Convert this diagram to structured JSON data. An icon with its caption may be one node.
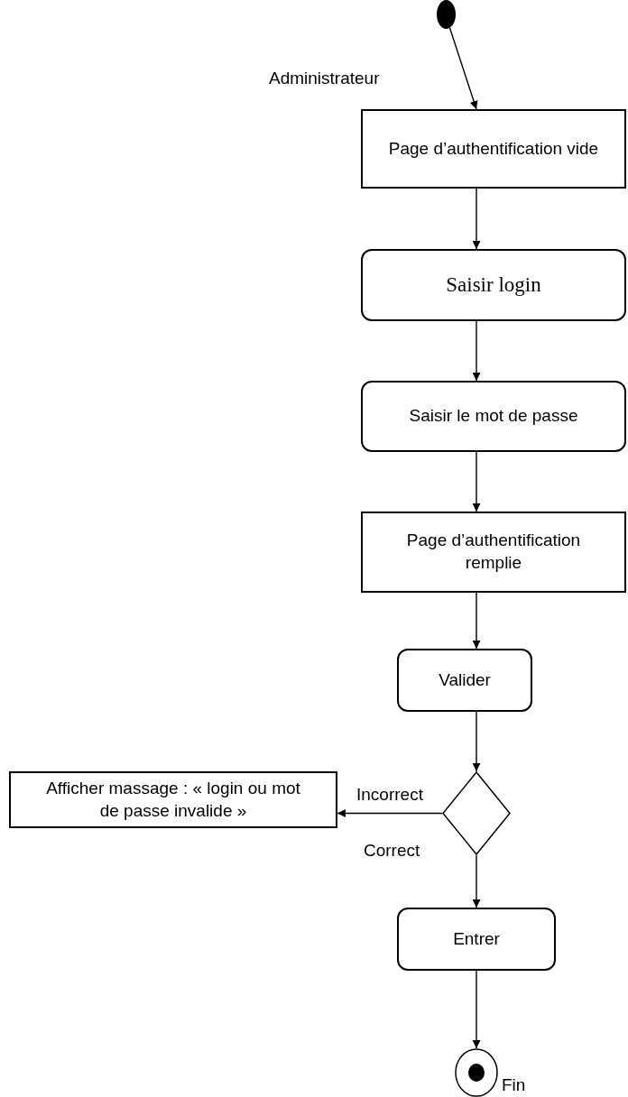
{
  "diagram": {
    "nodes": [
      {
        "text": [],
        "shape": "circle"
      },
      {
        "text": [
          "Page d’authentification vide"
        ]
      },
      {
        "text": [
          "Saisir login"
        ]
      },
      {
        "text": [
          "Saisir le mot de passe"
        ]
      },
      {
        "text": [
          "Page d’authentification remplie"
        ]
      },
      {
        "text": [
          "Valider"
        ]
      },
      {
        "text": [],
        "shape": "diamond"
      },
      {
        "text": [
          "Afficher massage : « login ou mot de passe invalide »"
        ]
      },
      {
        "text": [
          "Entrer"
        ]
      },
      {
        "text": [],
        "shape": "circle",
        "beside": [
          "Fin"
        ]
      }
    ],
    "edges": [
      {
        "from": 0,
        "to": 1,
        "arrow": "to"
      },
      {
        "from": 1,
        "to": 2,
        "arrow": "to"
      },
      {
        "from": 2,
        "to": 3,
        "arrow": "to"
      },
      {
        "from": 3,
        "to": 4,
        "arrow": "to"
      },
      {
        "from": 4,
        "to": 5,
        "arrow": "to"
      },
      {
        "from": 5,
        "to": 6,
        "arrow": "to"
      },
      {
        "from": 6,
        "to": 7,
        "arrow": "to",
        "label": "Incorrect"
      },
      {
        "from": 6,
        "to": 8,
        "arrow": "to",
        "label": "Correct"
      },
      {
        "from": 8,
        "to": 9,
        "arrow": "to"
      }
    ],
    "labels": [
      "Administrateur"
    ]
  }
}
